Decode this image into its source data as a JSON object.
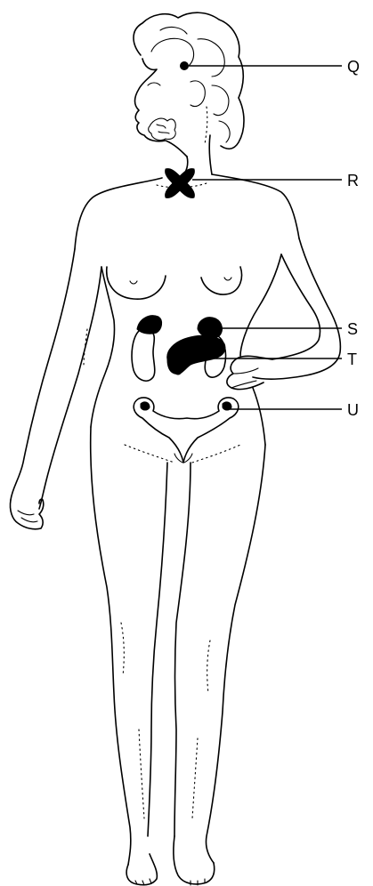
{
  "labels": {
    "q": "Q",
    "r": "R",
    "s": "S",
    "t": "T",
    "u": "U"
  },
  "colors": {
    "line": "#000000",
    "background": "#ffffff"
  }
}
